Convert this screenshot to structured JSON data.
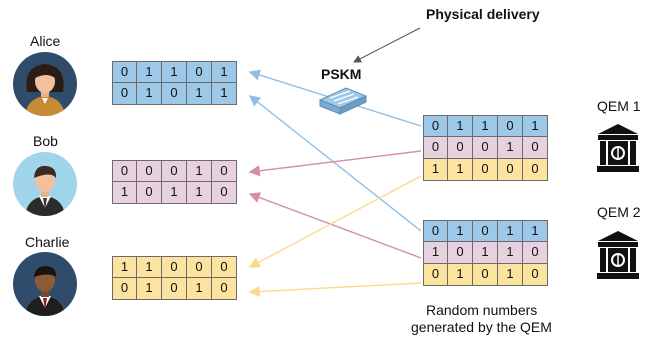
{
  "diagram": {
    "users": [
      {
        "name": "Alice"
      },
      {
        "name": "Bob"
      },
      {
        "name": "Charlie"
      }
    ],
    "user_keys": [
      [
        [
          "0",
          "1",
          "1",
          "0",
          "1"
        ],
        [
          "0",
          "1",
          "0",
          "1",
          "1"
        ]
      ],
      [
        [
          "0",
          "0",
          "0",
          "1",
          "0"
        ],
        [
          "1",
          "0",
          "1",
          "1",
          "0"
        ]
      ],
      [
        [
          "1",
          "1",
          "0",
          "0",
          "0"
        ],
        [
          "0",
          "1",
          "0",
          "1",
          "0"
        ]
      ]
    ],
    "qem_blocks": [
      [
        [
          "0",
          "1",
          "1",
          "0",
          "1"
        ],
        [
          "0",
          "0",
          "0",
          "1",
          "0"
        ],
        [
          "1",
          "1",
          "0",
          "0",
          "0"
        ]
      ],
      [
        [
          "0",
          "1",
          "0",
          "1",
          "1"
        ],
        [
          "1",
          "0",
          "1",
          "1",
          "0"
        ],
        [
          "0",
          "1",
          "0",
          "1",
          "0"
        ]
      ]
    ],
    "qems": [
      {
        "label": "QEM 1"
      },
      {
        "label": "QEM 2"
      }
    ],
    "pskm_label": "PSKM",
    "physical_delivery_label": "Physical delivery",
    "random_caption_line1": "Random numbers",
    "random_caption_line2": "generated by the QEM",
    "colors": {
      "blue": "#9ec8e8",
      "pink": "#e8d1df",
      "yellow": "#fde3a0",
      "blue_line": "#8fbfe6",
      "pink_line": "#d48fa5",
      "yellow_line": "#fbd98a",
      "arrow_gray": "#555555"
    }
  }
}
